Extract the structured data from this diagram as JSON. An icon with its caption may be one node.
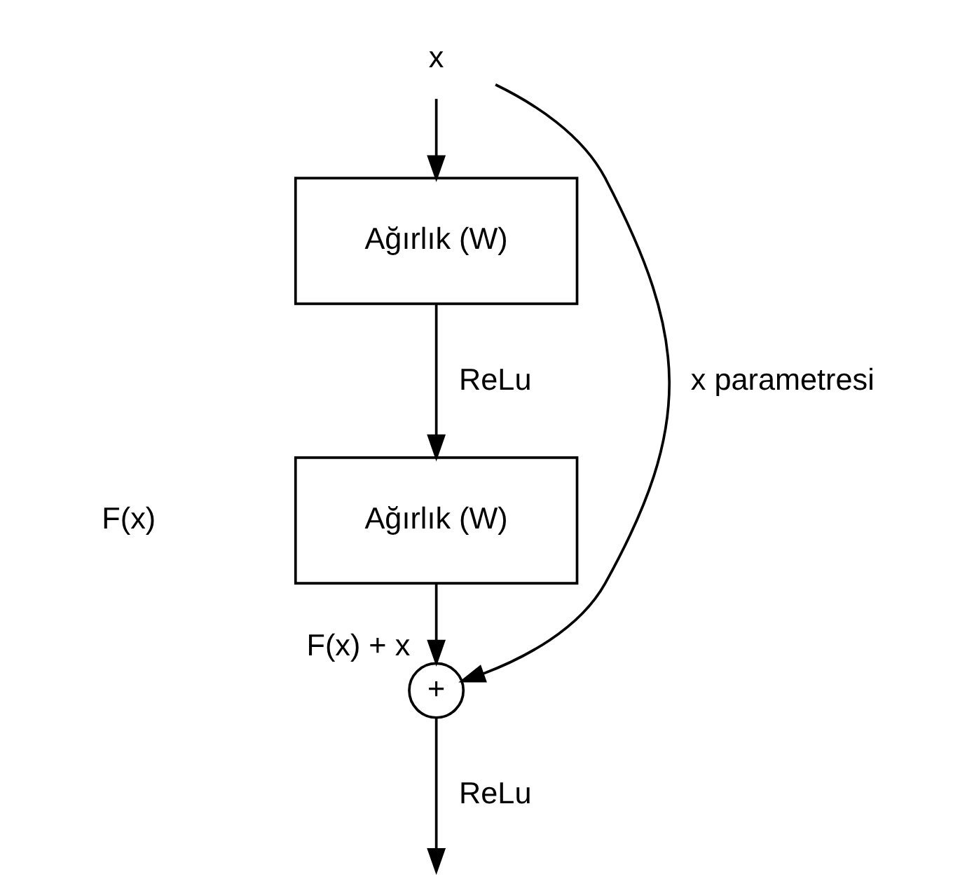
{
  "diagram": {
    "nodes": [
      {
        "text": [
          "x"
        ]
      },
      {
        "text": [
          "Ağırlık (W)"
        ]
      },
      {
        "text": [
          "Ağırlık (W)"
        ]
      },
      {
        "text": [
          "+"
        ],
        "beside": [
          "F(x) + x"
        ]
      }
    ],
    "edges": [
      {
        "from": 0,
        "to": 1,
        "arrow": "to"
      },
      {
        "from": 1,
        "to": 2,
        "arrow": "to",
        "label": "ReLu"
      },
      {
        "from": 2,
        "to": 3,
        "arrow": "to"
      },
      {
        "from": 0,
        "to": 3,
        "arrow": "to",
        "label": "x parametresi"
      },
      {
        "from": 3,
        "to": null,
        "arrow": "to",
        "label": "ReLu"
      }
    ],
    "labels": [
      "F(x)"
    ]
  }
}
